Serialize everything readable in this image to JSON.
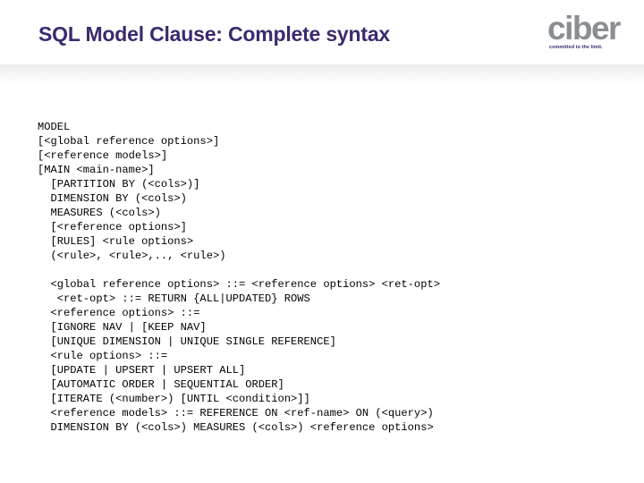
{
  "slide": {
    "title": "SQL Model Clause: Complete syntax"
  },
  "logo": {
    "word": "ciber",
    "tagline": "committed to the limit."
  },
  "colors": {
    "title": "#3b2a6f",
    "logo_word": "#8a8e93",
    "logo_tagline": "#3b2a6f"
  },
  "code_lines": [
    "MODEL",
    "[<global reference options>]",
    "[<reference models>]",
    "[MAIN <main-name>]",
    "  [PARTITION BY (<cols>)]",
    "  DIMENSION BY (<cols>)",
    "  MEASURES (<cols>)",
    "  [<reference options>]",
    "  [RULES] <rule options>",
    "  (<rule>, <rule>,.., <rule>)",
    "",
    "  <global reference options> ::= <reference options> <ret-opt>",
    "   <ret-opt> ::= RETURN {ALL|UPDATED} ROWS",
    "  <reference options> ::=",
    "  [IGNORE NAV | [KEEP NAV]",
    "  [UNIQUE DIMENSION | UNIQUE SINGLE REFERENCE]",
    "  <rule options> ::=",
    "  [UPDATE | UPSERT | UPSERT ALL]",
    "  [AUTOMATIC ORDER | SEQUENTIAL ORDER]",
    "  [ITERATE (<number>) [UNTIL <condition>]]",
    "  <reference models> ::= REFERENCE ON <ref-name> ON (<query>)",
    "  DIMENSION BY (<cols>) MEASURES (<cols>) <reference options>"
  ]
}
